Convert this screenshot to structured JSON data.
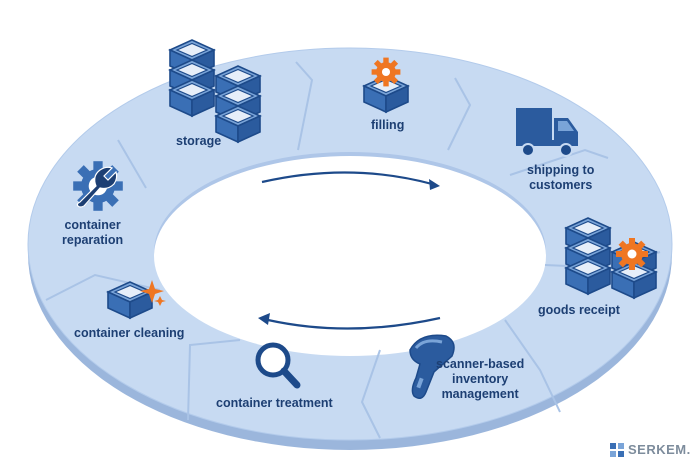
{
  "steps": {
    "storage": "storage",
    "filling": "filling",
    "shipping_1": "shipping to",
    "shipping_2": "customers",
    "goods_receipt": "goods receipt",
    "scanner_1": "scanner-based",
    "scanner_2": "inventory",
    "scanner_3": "management",
    "treatment": "container treatment",
    "cleaning": "container cleaning",
    "reparation_1": "container",
    "reparation_2": "reparation"
  },
  "logo": {
    "text": "SERKEM."
  },
  "icons": {
    "storage": "stacked-crates-icon",
    "filling": "crate-with-gear-icon",
    "shipping": "truck-icon",
    "goods_receipt": "stacked-crates-with-gear-icon",
    "scanner": "barcode-scanner-icon",
    "treatment": "magnifier-icon",
    "cleaning": "crate-with-sparkle-icon",
    "reparation": "gear-wrench-icon"
  },
  "colors": {
    "ring_fill": "#c7daf2",
    "ring_edge": "#a9c3e6",
    "ring_shadow": "#9bb6dc",
    "icon_blue": "#3a6fb5",
    "icon_dark": "#1d3f73",
    "accent_orange": "#ef7622",
    "text": "#1d3f73",
    "logo_grey": "#7d8c9c"
  }
}
